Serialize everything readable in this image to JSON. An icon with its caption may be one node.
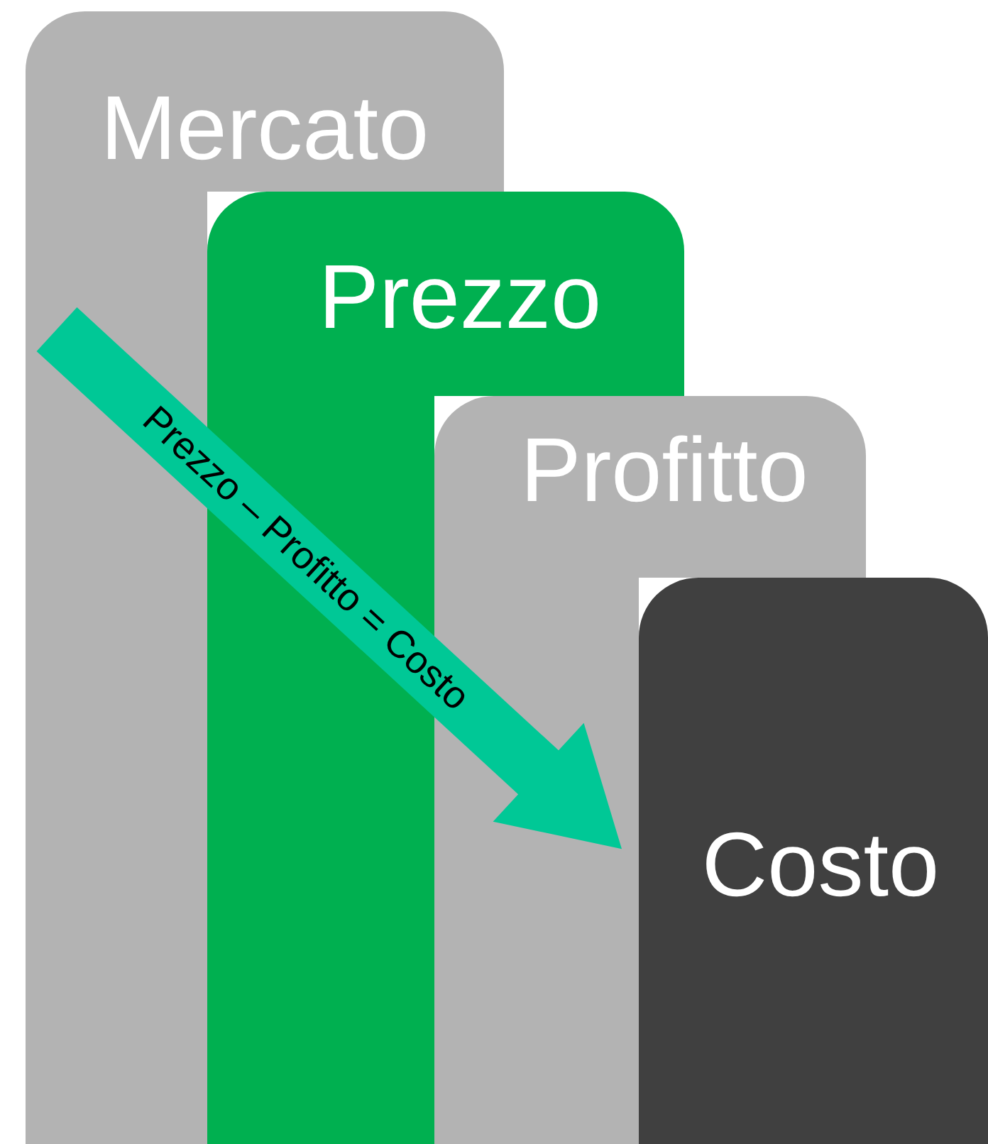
{
  "diagram": {
    "nodes": [
      {
        "text": [
          "Mercato"
        ]
      },
      {
        "text": [
          "Prezzo"
        ]
      },
      {
        "text": [
          "Profitto"
        ]
      },
      {
        "text": [
          "Costo"
        ]
      }
    ],
    "edges": [
      {
        "from": null,
        "to": 3,
        "arrow": "to",
        "label": "Prezzo – Profitto = Costo",
        "style": "thick"
      }
    ]
  }
}
